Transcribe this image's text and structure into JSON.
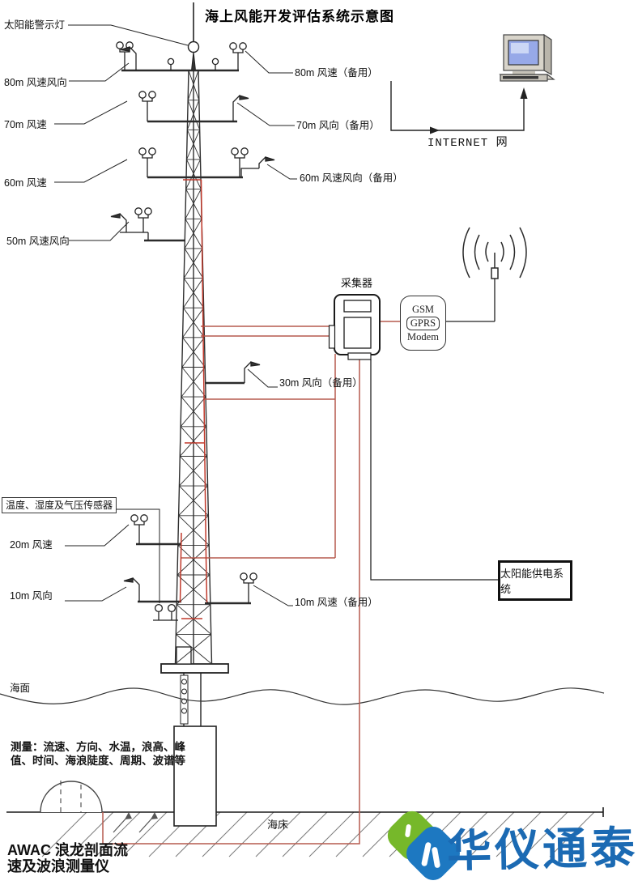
{
  "title": "海上风能开发评估系统示意图",
  "tower_labels_left": {
    "solar_light": "太阳能警示灯",
    "h80": "80m 风速风向",
    "h70": "70m 风速",
    "h60": "60m 风速",
    "h50": "50m 风速风向",
    "temp_sensor": "温度、湿度及气压传感器",
    "h20": "20m 风速",
    "h10": "10m 风向",
    "sea_surface": "海面"
  },
  "tower_labels_right": {
    "h80_backup": "80m 风速（备用）",
    "h70_backup": "70m 风向（备用）",
    "h60_backup": "60m 风速风向（备用）",
    "h30_backup": "30m 风向（备用）",
    "h10_backup": "10m 风速（备用）"
  },
  "devices": {
    "collector": "采集器",
    "modem_line1": "GSM",
    "modem_line2": "GPRS",
    "modem_line3": "Modem",
    "internet": "INTERNET 网",
    "solar_power": "太阳能供电系统",
    "seabed": "海床"
  },
  "awac": {
    "note_line1": "测量：流速、方向、水温，浪高、峰",
    "note_line2": "值、时间、海浪陡度、周期、波谱等",
    "name_line1": "AWAC 浪龙剖面流",
    "name_line2": "速及波浪测量仪"
  },
  "watermark": {
    "text": "华仪通泰"
  },
  "colors": {
    "wire_red": "#b65a4e",
    "tower_red": "#c0392b",
    "line_black": "#222222",
    "watermark_blue": "#1b6ab3",
    "logo_green": "#76b82a",
    "logo_blue": "#1d78c1",
    "screen_blue": "#97a9e8"
  }
}
